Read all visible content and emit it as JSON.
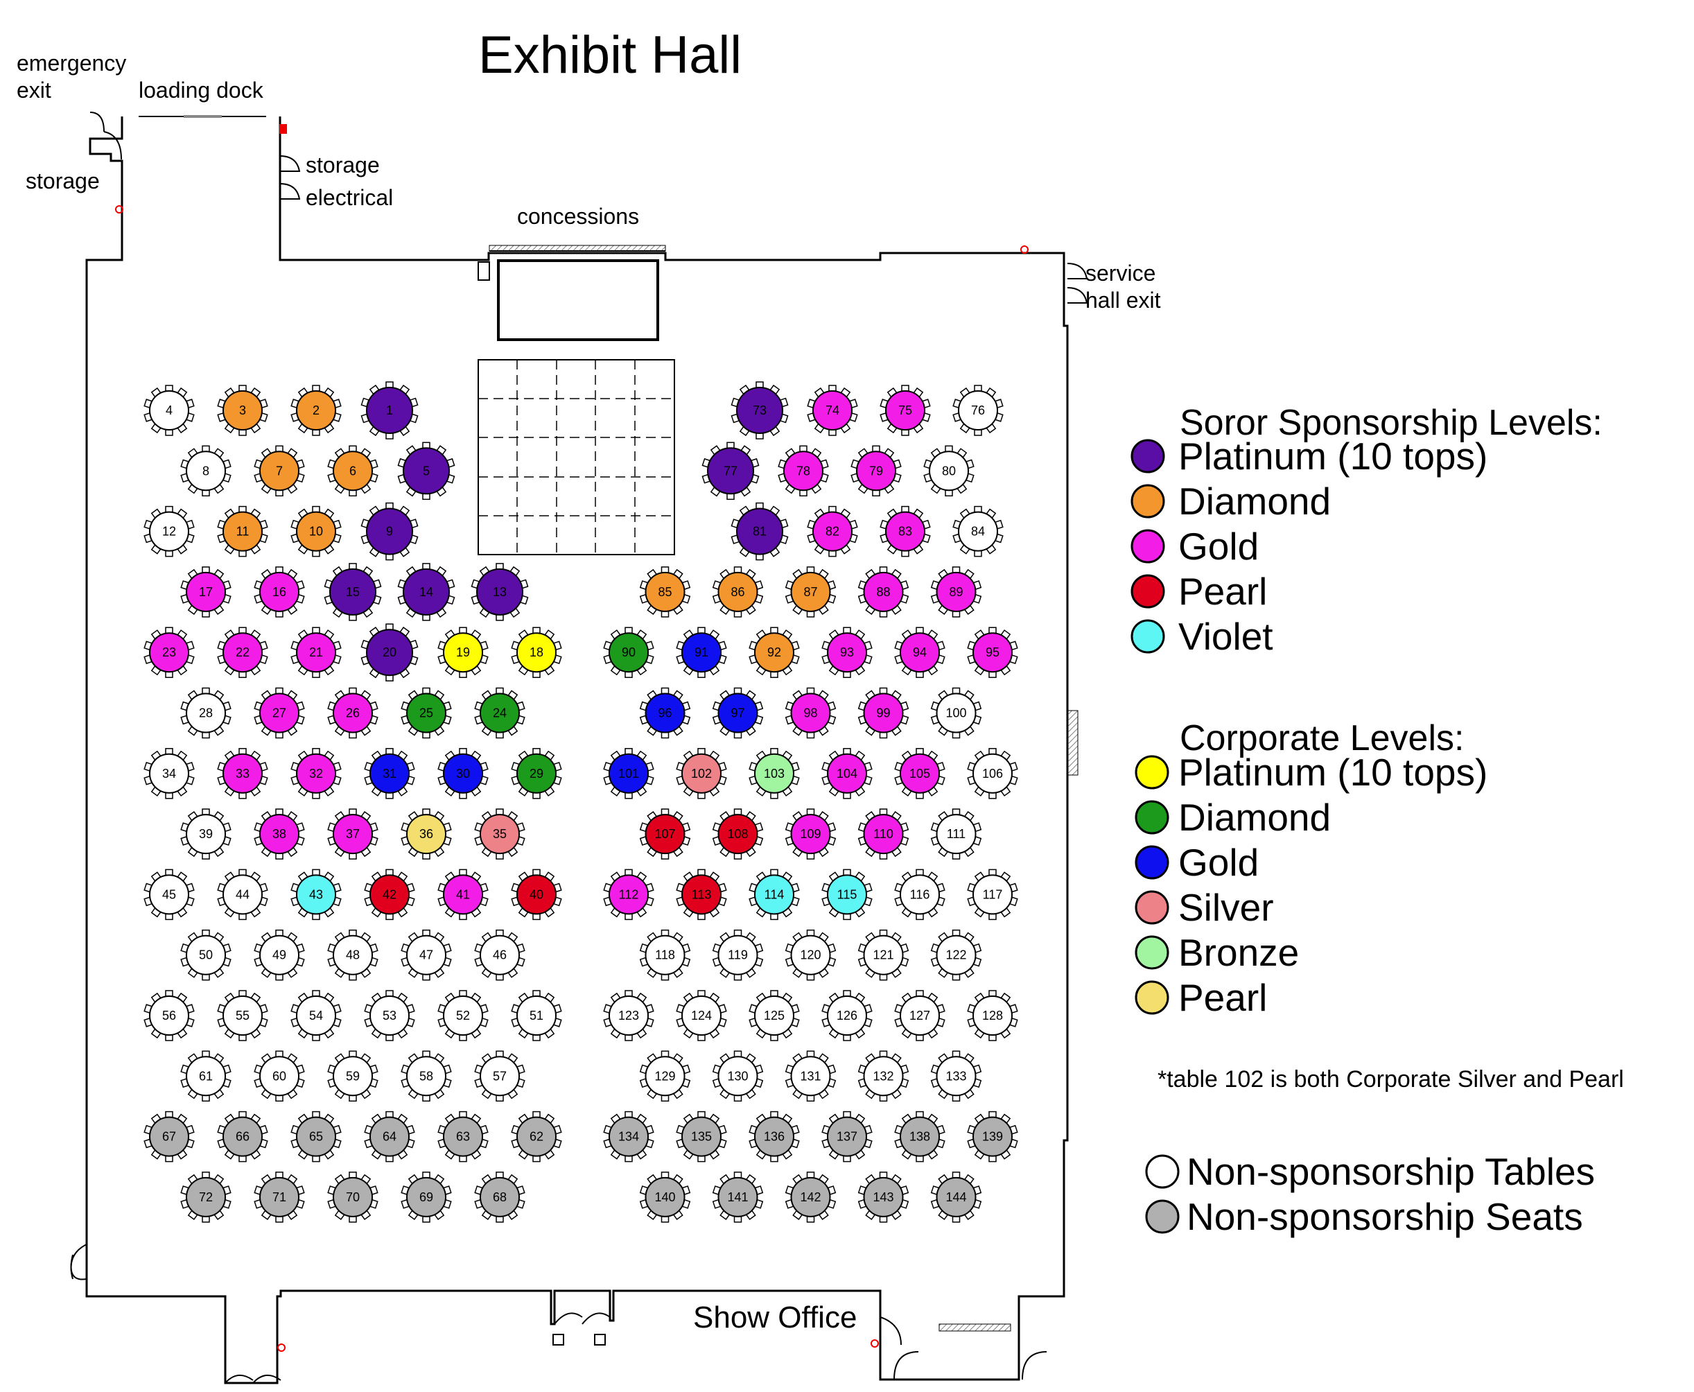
{
  "title": "Exhibit Hall",
  "room_labels": {
    "emergency_exit_1": "emergency",
    "emergency_exit_2": "exit",
    "loading_dock": "loading dock",
    "storage_left": "storage",
    "storage_right": "storage",
    "electrical": "electrical",
    "concessions": "concessions",
    "service_exit_1": "service",
    "service_exit_2": "hall exit",
    "show_office": "Show Office"
  },
  "colors": {
    "soror_platinum": "#5a0ea6",
    "diamond_orange": "#f4962e",
    "gold_magenta": "#f21ee8",
    "pearl_red": "#e0001e",
    "violet_cyan": "#5ef5f5",
    "corp_platinum": "#ffff00",
    "corp_diamond": "#1c9a1c",
    "corp_gold": "#0f10f0",
    "corp_silver": "#ee8289",
    "corp_bronze": "#a1f5a1",
    "corp_pearl": "#f3de6e",
    "non_table": "#ffffff",
    "non_seat": "#b0b0b0"
  },
  "legend": {
    "soror_title": "Soror Sponsorship Levels:",
    "soror": [
      {
        "label": "Platinum (10 tops)",
        "color": "#5a0ea6"
      },
      {
        "label": "Diamond",
        "color": "#f4962e"
      },
      {
        "label": "Gold",
        "color": "#f21ee8"
      },
      {
        "label": "Pearl",
        "color": "#e0001e"
      },
      {
        "label": "Violet",
        "color": "#5ef5f5"
      }
    ],
    "corp_title": "Corporate Levels:",
    "corp": [
      {
        "label": "Platinum (10 tops)",
        "color": "#ffff00"
      },
      {
        "label": "Diamond",
        "color": "#1c9a1c"
      },
      {
        "label": "Gold",
        "color": "#0f10f0"
      },
      {
        "label": "Silver",
        "color": "#ee8289"
      },
      {
        "label": "Bronze",
        "color": "#a1f5a1"
      },
      {
        "label": "Pearl",
        "color": "#f3de6e"
      }
    ],
    "note": "*table 102 is both Corporate Silver and Pearl",
    "non": [
      {
        "label": "Non-sponsorship Tables",
        "color": "#ffffff"
      },
      {
        "label": "Non-sponsorship Seats",
        "color": "#b0b0b0"
      }
    ]
  },
  "tables": {
    "rows": [
      {
        "ids": [
          4,
          3,
          2,
          1
        ],
        "colors": [
          "W",
          "O",
          "O",
          "P"
        ]
      },
      {
        "ids": [
          8,
          7,
          6,
          5
        ],
        "colors": [
          "W",
          "O",
          "O",
          "P"
        ]
      },
      {
        "ids": [
          12,
          11,
          10,
          9
        ],
        "colors": [
          "W",
          "O",
          "O",
          "P"
        ]
      },
      {
        "ids": [
          17,
          16,
          15,
          14,
          13
        ],
        "colors": [
          "M",
          "M",
          "P",
          "P",
          "P"
        ]
      },
      {
        "ids": [
          23,
          22,
          21,
          20,
          19,
          18
        ],
        "colors": [
          "M",
          "M",
          "M",
          "P",
          "Y",
          "Y"
        ]
      },
      {
        "ids": [
          28,
          27,
          26,
          25,
          24
        ],
        "colors": [
          "W",
          "M",
          "M",
          "G",
          "G"
        ]
      },
      {
        "ids": [
          34,
          33,
          32,
          31,
          30,
          29
        ],
        "colors": [
          "W",
          "M",
          "M",
          "B",
          "B",
          "G"
        ]
      },
      {
        "ids": [
          39,
          38,
          37,
          36,
          35
        ],
        "colors": [
          "W",
          "M",
          "M",
          "L",
          "S"
        ]
      },
      {
        "ids": [
          45,
          44,
          43,
          42,
          41,
          40
        ],
        "colors": [
          "W",
          "W",
          "C",
          "R",
          "M",
          "R"
        ]
      },
      {
        "ids": [
          50,
          49,
          48,
          47,
          46
        ],
        "colors": [
          "W",
          "W",
          "W",
          "W",
          "W"
        ]
      },
      {
        "ids": [
          56,
          55,
          54,
          53,
          52,
          51
        ],
        "colors": [
          "W",
          "W",
          "W",
          "W",
          "W",
          "W"
        ]
      },
      {
        "ids": [
          61,
          60,
          59,
          58,
          57
        ],
        "colors": [
          "W",
          "W",
          "W",
          "W",
          "W"
        ]
      },
      {
        "ids": [
          67,
          66,
          65,
          64,
          63,
          62
        ],
        "colors": [
          "X",
          "X",
          "X",
          "X",
          "X",
          "X"
        ]
      },
      {
        "ids": [
          72,
          71,
          70,
          69,
          68
        ],
        "colors": [
          "X",
          "X",
          "X",
          "X",
          "X"
        ]
      }
    ],
    "right_rows": [
      {
        "ids": [
          73,
          74,
          75,
          76
        ],
        "colors": [
          "P",
          "M",
          "M",
          "W"
        ]
      },
      {
        "ids": [
          77,
          78,
          79,
          80
        ],
        "colors": [
          "P",
          "M",
          "M",
          "W"
        ]
      },
      {
        "ids": [
          81,
          82,
          83,
          84
        ],
        "colors": [
          "P",
          "M",
          "M",
          "W"
        ]
      },
      {
        "ids": [
          85,
          86,
          87,
          88,
          89
        ],
        "colors": [
          "O",
          "O",
          "O",
          "M",
          "M"
        ]
      },
      {
        "ids": [
          90,
          91,
          92,
          93,
          94,
          95
        ],
        "colors": [
          "G",
          "B",
          "O",
          "M",
          "M",
          "M"
        ]
      },
      {
        "ids": [
          96,
          97,
          98,
          99,
          100
        ],
        "colors": [
          "B",
          "B",
          "M",
          "M",
          "W"
        ]
      },
      {
        "ids": [
          101,
          102,
          103,
          104,
          105,
          106
        ],
        "colors": [
          "B",
          "S",
          "N",
          "M",
          "M",
          "W"
        ]
      },
      {
        "ids": [
          107,
          108,
          109,
          110,
          111
        ],
        "colors": [
          "R",
          "R",
          "M",
          "M",
          "W"
        ]
      },
      {
        "ids": [
          112,
          113,
          114,
          115,
          116,
          117
        ],
        "colors": [
          "M",
          "R",
          "C",
          "C",
          "W",
          "W"
        ]
      },
      {
        "ids": [
          118,
          119,
          120,
          121,
          122
        ],
        "colors": [
          "W",
          "W",
          "W",
          "W",
          "W"
        ]
      },
      {
        "ids": [
          123,
          124,
          125,
          126,
          127,
          128
        ],
        "colors": [
          "W",
          "W",
          "W",
          "W",
          "W",
          "W"
        ]
      },
      {
        "ids": [
          129,
          130,
          131,
          132,
          133
        ],
        "colors": [
          "W",
          "W",
          "W",
          "W",
          "W"
        ]
      },
      {
        "ids": [
          134,
          135,
          136,
          137,
          138,
          139
        ],
        "colors": [
          "X",
          "X",
          "X",
          "X",
          "X",
          "X"
        ]
      },
      {
        "ids": [
          140,
          141,
          142,
          143,
          144
        ],
        "colors": [
          "X",
          "X",
          "X",
          "X",
          "X"
        ]
      }
    ]
  }
}
